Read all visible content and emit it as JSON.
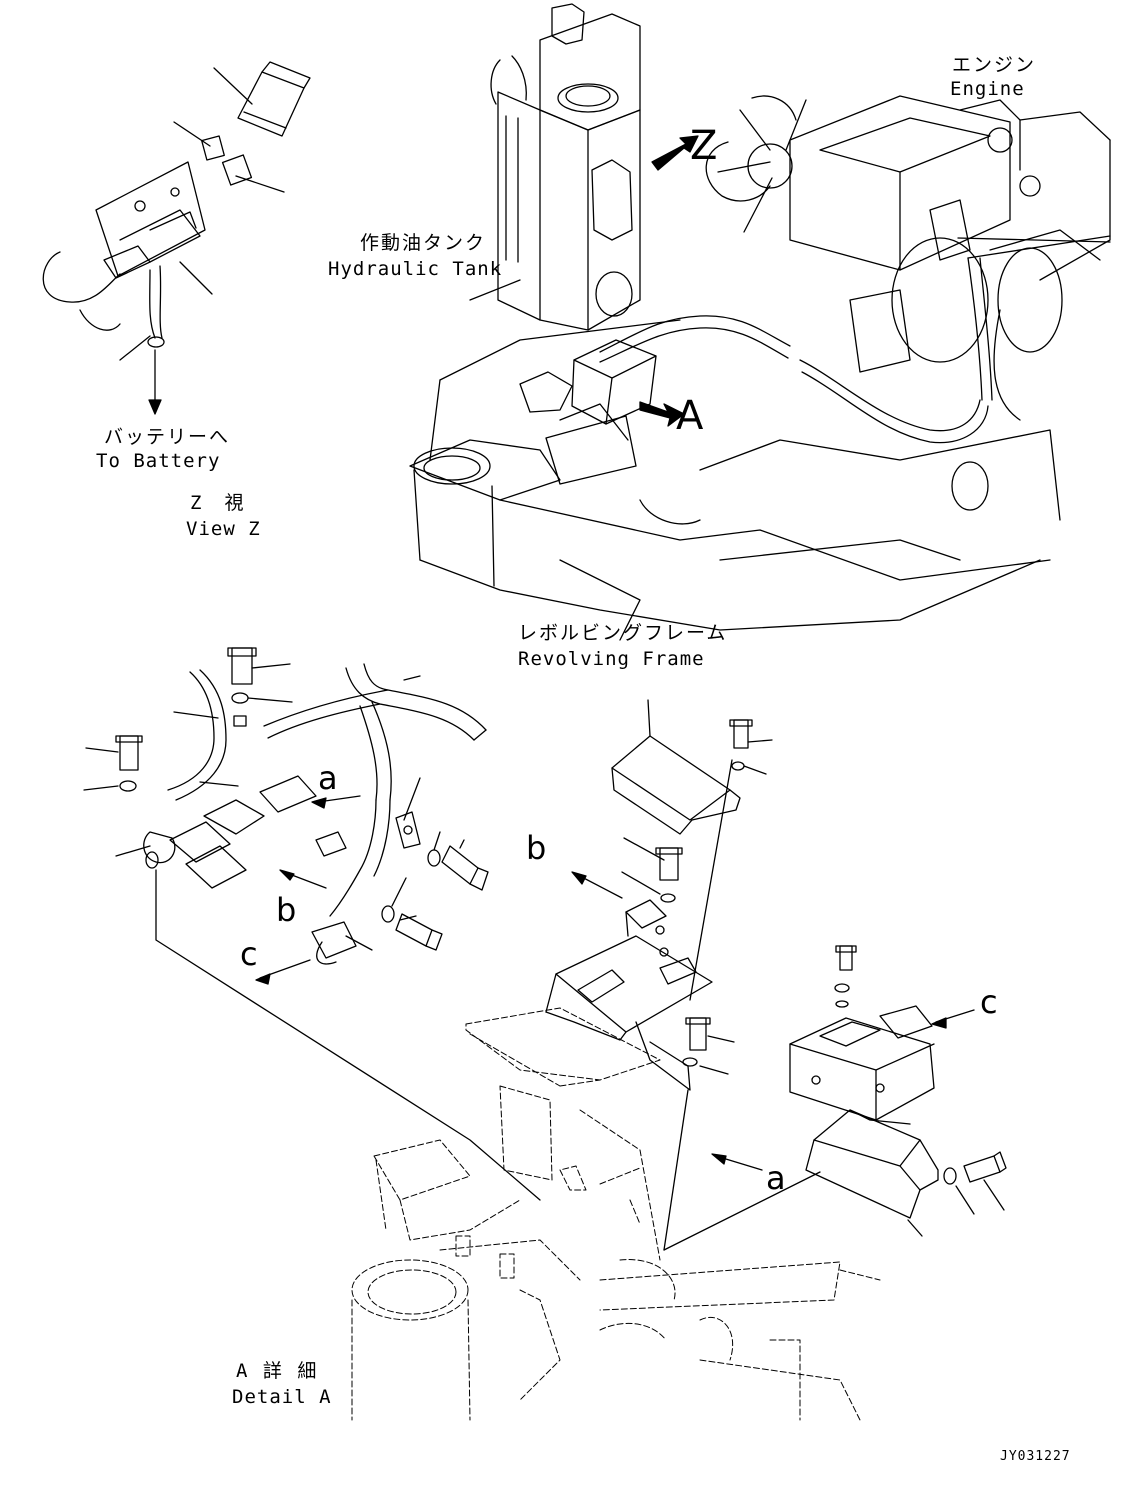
{
  "diagram": {
    "overview": {
      "engine_jp": "エンジン",
      "engine_en": "Engine",
      "tank_jp": "作動油タンク",
      "tank_en": "Hydraulic Tank",
      "frame_jp": "レボルビングフレーム",
      "frame_en": "Revolving Frame",
      "view_letter_z": "Z",
      "view_letter_a": "A"
    },
    "view_z": {
      "battery_jp": "バッテリーへ",
      "battery_en": "To Battery",
      "title_jp": "Z　視",
      "title_en": "View Z"
    },
    "detail_a": {
      "title_jp": "A 詳 細",
      "title_en": "Detail A",
      "ref_a_left": "a",
      "ref_b_left": "b",
      "ref_c_left": "c",
      "ref_b_right": "b",
      "ref_c_right": "c",
      "ref_a_right": "a"
    },
    "drawing_code": "JY031227"
  }
}
